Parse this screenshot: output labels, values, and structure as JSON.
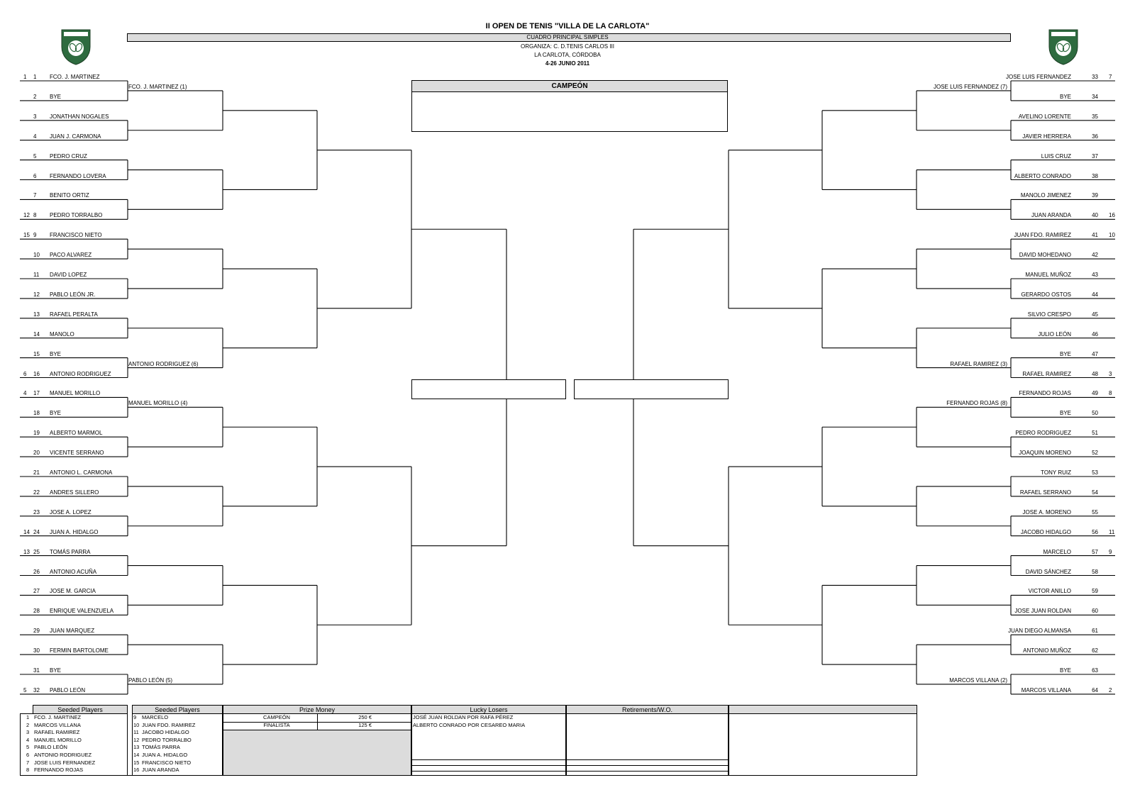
{
  "header": {
    "title": "II OPEN DE TENIS \"VILLA DE LA CARLOTA\"",
    "subtitle": "CUADRO PRINCIPAL SIMPLES",
    "organizer": "ORGANIZA: C. D.TENIS CARLOS III",
    "location": "LA CARLOTA, CÓRDOBA",
    "dates": "4-26 JUNIO 2011"
  },
  "champion_label": "CAMPEÓN",
  "left_draw": [
    {
      "seed": "1",
      "num": "1",
      "name": "FCO. J. MARTINEZ"
    },
    {
      "seed": "",
      "num": "2",
      "name": "BYE"
    },
    {
      "seed": "",
      "num": "3",
      "name": "JONATHAN NOGALES"
    },
    {
      "seed": "",
      "num": "4",
      "name": "JUAN J. CARMONA"
    },
    {
      "seed": "",
      "num": "5",
      "name": "PEDRO CRUZ"
    },
    {
      "seed": "",
      "num": "6",
      "name": "FERNANDO LOVERA"
    },
    {
      "seed": "",
      "num": "7",
      "name": "BENITO ORTIZ"
    },
    {
      "seed": "12",
      "num": "8",
      "name": "PEDRO TORRALBO"
    },
    {
      "seed": "15",
      "num": "9",
      "name": "FRANCISCO NIETO"
    },
    {
      "seed": "",
      "num": "10",
      "name": "PACO ALVAREZ"
    },
    {
      "seed": "",
      "num": "11",
      "name": "DAVID LOPEZ"
    },
    {
      "seed": "",
      "num": "12",
      "name": "PABLO LEÓN JR."
    },
    {
      "seed": "",
      "num": "13",
      "name": "RAFAEL PERALTA"
    },
    {
      "seed": "",
      "num": "14",
      "name": "MANOLO"
    },
    {
      "seed": "",
      "num": "15",
      "name": "BYE"
    },
    {
      "seed": "6",
      "num": "16",
      "name": "ANTONIO RODRIGUEZ"
    },
    {
      "seed": "4",
      "num": "17",
      "name": "MANUEL MORILLO"
    },
    {
      "seed": "",
      "num": "18",
      "name": "BYE"
    },
    {
      "seed": "",
      "num": "19",
      "name": "ALBERTO MARMOL"
    },
    {
      "seed": "",
      "num": "20",
      "name": "VICENTE SERRANO"
    },
    {
      "seed": "",
      "num": "21",
      "name": "ANTONIO L. CARMONA"
    },
    {
      "seed": "",
      "num": "22",
      "name": "ANDRES SILLERO"
    },
    {
      "seed": "",
      "num": "23",
      "name": "JOSE A. LOPEZ"
    },
    {
      "seed": "14",
      "num": "24",
      "name": "JUAN A. HIDALGO"
    },
    {
      "seed": "13",
      "num": "25",
      "name": "TOMÁS PARRA"
    },
    {
      "seed": "",
      "num": "26",
      "name": "ANTONIO ACUÑA"
    },
    {
      "seed": "",
      "num": "27",
      "name": "JOSE M. GARCIA"
    },
    {
      "seed": "",
      "num": "28",
      "name": "ENRIQUE VALENZUELA"
    },
    {
      "seed": "",
      "num": "29",
      "name": "JUAN MARQUEZ"
    },
    {
      "seed": "",
      "num": "30",
      "name": "FERMIN BARTOLOME"
    },
    {
      "seed": "",
      "num": "31",
      "name": "BYE"
    },
    {
      "seed": "5",
      "num": "32",
      "name": "PABLO LEÓN"
    }
  ],
  "right_draw": [
    {
      "seed": "7",
      "num": "33",
      "name": "JOSE LUIS FERNANDEZ"
    },
    {
      "seed": "",
      "num": "34",
      "name": "BYE"
    },
    {
      "seed": "",
      "num": "35",
      "name": "AVELINO LORENTE"
    },
    {
      "seed": "",
      "num": "36",
      "name": "JAVIER HERRERA"
    },
    {
      "seed": "",
      "num": "37",
      "name": "LUIS CRUZ"
    },
    {
      "seed": "",
      "num": "38",
      "name": "ALBERTO CONRADO"
    },
    {
      "seed": "",
      "num": "39",
      "name": "MANOLO JIMENEZ"
    },
    {
      "seed": "16",
      "num": "40",
      "name": "JUAN ARANDA"
    },
    {
      "seed": "10",
      "num": "41",
      "name": "JUAN FDO. RAMIREZ"
    },
    {
      "seed": "",
      "num": "42",
      "name": "DAVID MOHEDANO"
    },
    {
      "seed": "",
      "num": "43",
      "name": "MANUEL MUÑOZ"
    },
    {
      "seed": "",
      "num": "44",
      "name": "GERARDO OSTOS"
    },
    {
      "seed": "",
      "num": "45",
      "name": "SILVIO CRESPO"
    },
    {
      "seed": "",
      "num": "46",
      "name": "JULIO LEÓN"
    },
    {
      "seed": "",
      "num": "47",
      "name": "BYE"
    },
    {
      "seed": "3",
      "num": "48",
      "name": "RAFAEL RAMIREZ"
    },
    {
      "seed": "8",
      "num": "49",
      "name": "FERNANDO ROJAS"
    },
    {
      "seed": "",
      "num": "50",
      "name": "BYE"
    },
    {
      "seed": "",
      "num": "51",
      "name": "PEDRO RODRIGUEZ"
    },
    {
      "seed": "",
      "num": "52",
      "name": "JOAQUIN MORENO"
    },
    {
      "seed": "",
      "num": "53",
      "name": "TONY RUIZ"
    },
    {
      "seed": "",
      "num": "54",
      "name": "RAFAEL SERRANO"
    },
    {
      "seed": "",
      "num": "55",
      "name": "JOSE A. MORENO"
    },
    {
      "seed": "11",
      "num": "56",
      "name": "JACOBO HIDALGO"
    },
    {
      "seed": "9",
      "num": "57",
      "name": "MARCELO"
    },
    {
      "seed": "",
      "num": "58",
      "name": "DAVID SÁNCHEZ"
    },
    {
      "seed": "",
      "num": "59",
      "name": "VICTOR ANILLO"
    },
    {
      "seed": "",
      "num": "60",
      "name": "JOSE JUAN ROLDAN"
    },
    {
      "seed": "",
      "num": "61",
      "name": "JUAN DIEGO ALMANSA"
    },
    {
      "seed": "",
      "num": "62",
      "name": "ANTONIO MUÑOZ"
    },
    {
      "seed": "",
      "num": "63",
      "name": "BYE"
    },
    {
      "seed": "2",
      "num": "64",
      "name": "MARCOS VILLANA"
    }
  ],
  "left_round2": [
    {
      "match": 0,
      "name": "FCO. J. MARTINEZ  (1)"
    },
    {
      "match": 7,
      "name": "ANTONIO RODRIGUEZ  (6)"
    },
    {
      "match": 8,
      "name": "MANUEL MORILLO  (4)"
    },
    {
      "match": 15,
      "name": "PABLO LEÓN  (5)"
    }
  ],
  "right_round2": [
    {
      "match": 0,
      "name": "JOSE LUIS FERNANDEZ  (7)"
    },
    {
      "match": 7,
      "name": "RAFAEL RAMIREZ  (3)"
    },
    {
      "match": 8,
      "name": "FERNANDO ROJAS  (8)"
    },
    {
      "match": 15,
      "name": "MARCOS VILLANA  (2)"
    }
  ],
  "seeded_label": "Seeded Players",
  "seeded_1": [
    {
      "n": "1",
      "name": "FCO. J. MARTINEZ"
    },
    {
      "n": "2",
      "name": "MARCOS VILLANA"
    },
    {
      "n": "3",
      "name": "RAFAEL RAMIREZ"
    },
    {
      "n": "4",
      "name": "MANUEL MORILLO"
    },
    {
      "n": "5",
      "name": "PABLO LEÓN"
    },
    {
      "n": "6",
      "name": "ANTONIO RODRIGUEZ"
    },
    {
      "n": "7",
      "name": "JOSE LUIS FERNANDEZ"
    },
    {
      "n": "8",
      "name": "FERNANDO ROJAS"
    }
  ],
  "seeded_2": [
    {
      "n": "9",
      "name": "MARCELO"
    },
    {
      "n": "10",
      "name": "JUAN FDO. RAMIREZ"
    },
    {
      "n": "11",
      "name": "JACOBO HIDALGO"
    },
    {
      "n": "12",
      "name": "PEDRO TORRALBO"
    },
    {
      "n": "13",
      "name": "TOMÁS PARRA"
    },
    {
      "n": "14",
      "name": "JUAN A. HIDALGO"
    },
    {
      "n": "15",
      "name": "FRANCISCO NIETO"
    },
    {
      "n": "16",
      "name": "JUAN ARANDA"
    }
  ],
  "prize_money": {
    "label": "Prize Money",
    "rows": [
      {
        "place": "CAMPEÓN",
        "amount": "250 €"
      },
      {
        "place": "FINALISTA",
        "amount": "125 €"
      }
    ]
  },
  "lucky_losers": {
    "label": "Lucky Losers",
    "rows": [
      "JOSÉ JUAN ROLDAN POR RAFA PÉREZ",
      "ALBERTO CONRADO POR CESAREO MARIA"
    ]
  },
  "retirements_label": "Retirements/W.O.",
  "colors": {
    "header_fill": "#dcdcdc",
    "logo_green": "#2e6b3f"
  }
}
